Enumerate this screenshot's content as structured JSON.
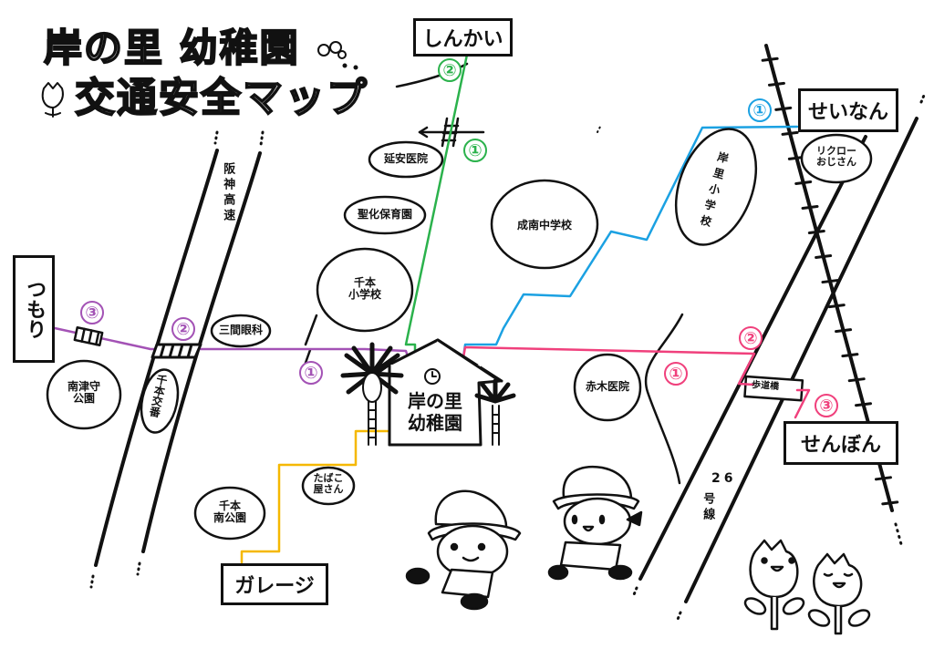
{
  "title": {
    "line1": "岸の里 幼稚園",
    "line2": "交通安全マップ"
  },
  "destinations": {
    "shinkai": "しんかい",
    "seinan": "せいなん",
    "tsumori": "つもり",
    "senbon": "せんぼん",
    "garage": "ガレージ"
  },
  "landmarks": {
    "enan_clinic": "延安医院",
    "seika_nursery": "聖化保育園",
    "senbon_elementary": "千本\n小学校",
    "seinan_junior_high": "成南中学校",
    "kishisato_elementary": "岸里小学校",
    "rikuro": "リクロー\nおじさん",
    "sanken_eye": "三間眼科",
    "minamitsumori_park": "南津守\n公園",
    "senbon_koban": "千本交番",
    "akagi_clinic": "赤木医院",
    "tobacco_shop": "たばこ\n屋さん",
    "senbon_minami_park": "千本\n南公園",
    "kindergarten": "岸の里\n幼稚園",
    "footbridge": "歩道橋"
  },
  "roads": {
    "hanshin": "阪神高速",
    "route26_num": "26",
    "route26_suffix": "号線"
  },
  "routes": {
    "green": {
      "color": "#2bb24c",
      "markers": [
        "②",
        "①"
      ]
    },
    "blue": {
      "color": "#1ba1e2",
      "markers": [
        "①"
      ]
    },
    "purple": {
      "color": "#a352b5",
      "markers": [
        "③",
        "②",
        "①"
      ]
    },
    "pink": {
      "color": "#f0407c",
      "markers": [
        "①",
        "②",
        "③"
      ]
    },
    "orange": {
      "color": "#f5b800",
      "markers": []
    }
  }
}
